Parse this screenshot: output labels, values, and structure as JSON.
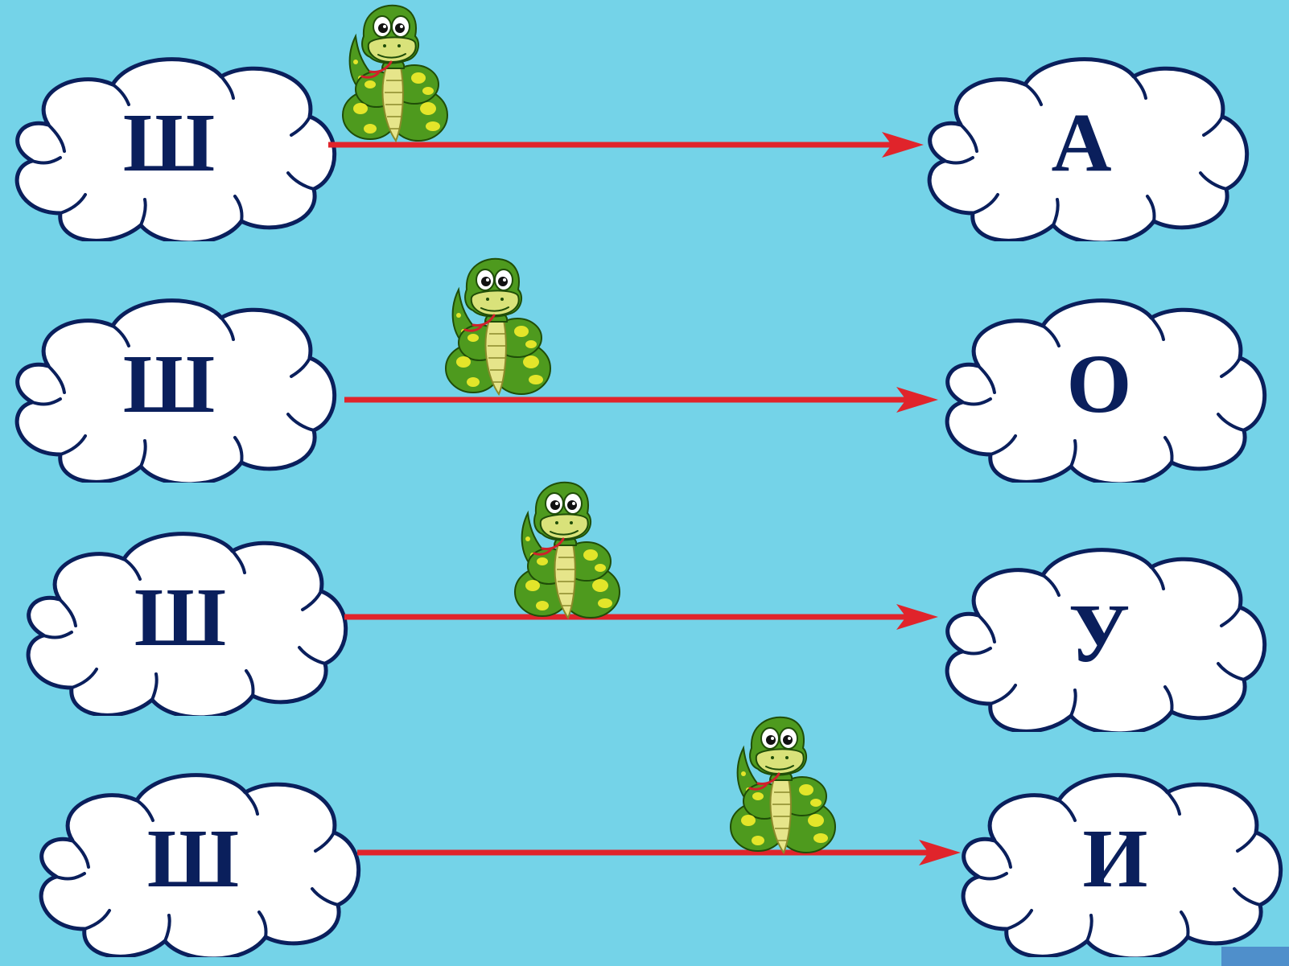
{
  "rows": [
    {
      "left_letter": "Ш",
      "right_letter": "А"
    },
    {
      "left_letter": "Ш",
      "right_letter": "О"
    },
    {
      "left_letter": "Ш",
      "right_letter": "У"
    },
    {
      "left_letter": "Ш",
      "right_letter": "И"
    }
  ],
  "colors": {
    "background": "#74D3E8",
    "cloud_fill": "#FFFFFF",
    "cloud_outline": "#0A1F5C",
    "letter": "#0A1F5C",
    "arrow": "#E0242B"
  },
  "icons": {
    "snake": "snake-icon",
    "cloud": "cloud-icon",
    "arrow": "arrow-right-icon"
  }
}
